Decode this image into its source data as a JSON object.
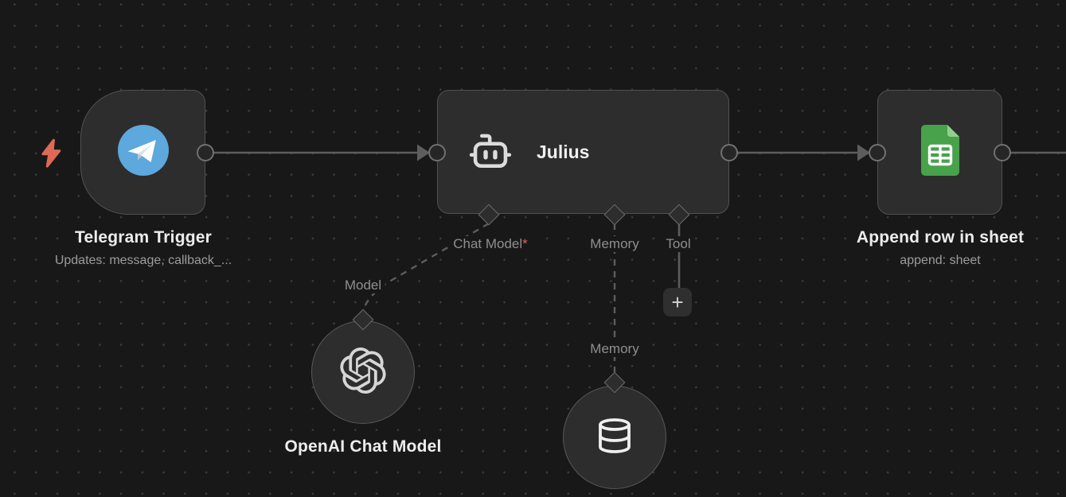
{
  "app": {
    "name": "workflow-canvas"
  },
  "colors": {
    "background": "#181818",
    "grid_dot": "#3b3b3b",
    "node_fill": "#2d2d2d",
    "node_border": "#515151",
    "wire": "#5d5d5d",
    "title_text": "#ededed",
    "subtitle_text": "#9c9c9c",
    "port_label_text": "#8f8f8f",
    "required_asterisk": "#e4606a",
    "trigger_bolt": "#dc6a56",
    "telegram_blue": "#5da8dc",
    "sheets_green": "#47a24b",
    "sheets_fold_green": "#8fd08f"
  },
  "nodes": {
    "telegram": {
      "title": "Telegram Trigger",
      "subtitle": "Updates: message, callback_..."
    },
    "julius": {
      "title": "Julius"
    },
    "sheets": {
      "title": "Append row in sheet",
      "subtitle": "append: sheet"
    },
    "openai": {
      "title": "OpenAI Chat Model"
    },
    "memory": {}
  },
  "ports": {
    "chat_model": {
      "label": "Chat Model",
      "required_mark": "*"
    },
    "memory": {
      "label": "Memory"
    },
    "tool": {
      "label": "Tool"
    }
  },
  "links": {
    "model_label": "Model",
    "memory_label": "Memory"
  },
  "buttons": {
    "add_tool_label": "+"
  }
}
